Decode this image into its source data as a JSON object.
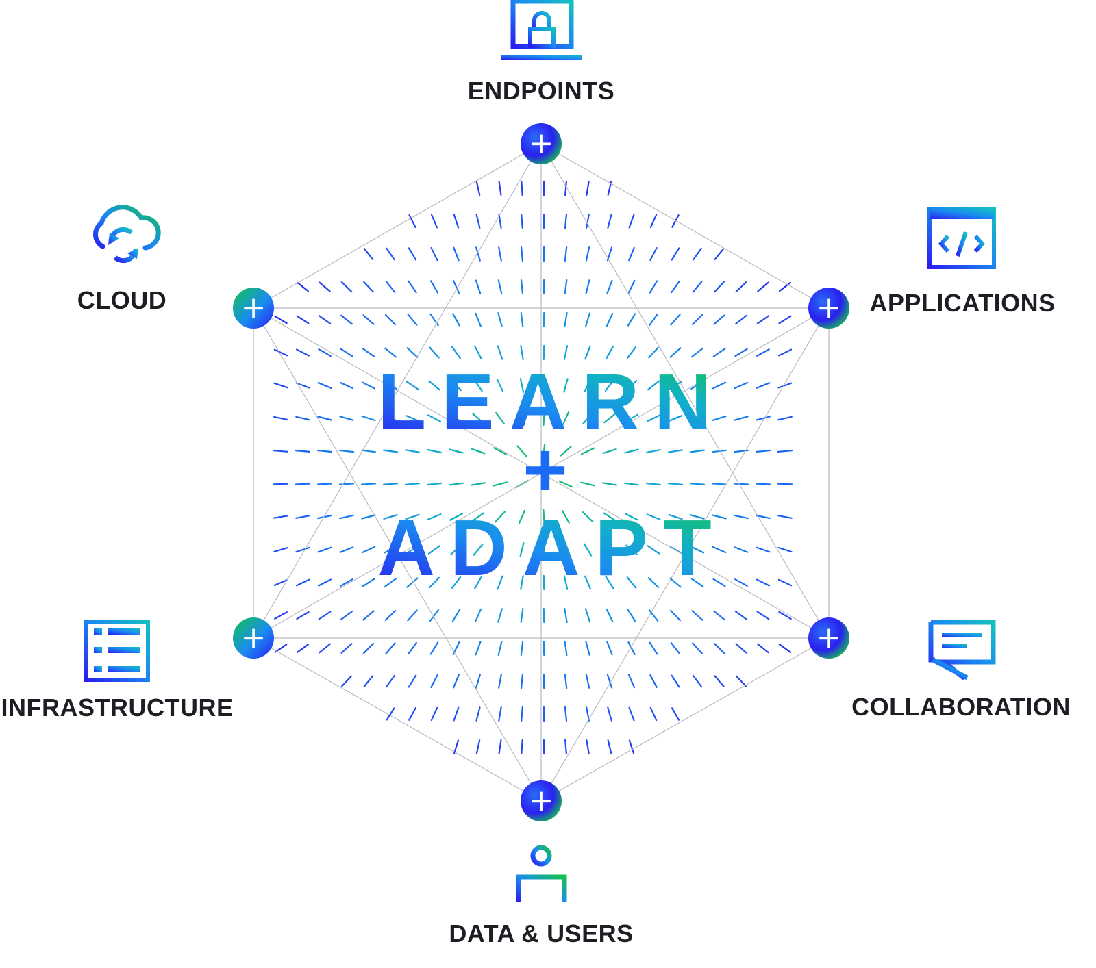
{
  "center": {
    "line1": "LEARN",
    "plus": "+",
    "line2": "ADAPT"
  },
  "nodes": [
    {
      "id": "endpoints",
      "label": "ENDPOINTS",
      "icon": "laptop-lock-icon"
    },
    {
      "id": "applications",
      "label": "APPLICATIONS",
      "icon": "code-window-icon"
    },
    {
      "id": "collaboration",
      "label": "COLLABORATION",
      "icon": "chat-bubble-icon"
    },
    {
      "id": "data-users",
      "label": "DATA & USERS",
      "icon": "user-icon"
    },
    {
      "id": "infrastructure",
      "label": "INFRASTRUCTURE",
      "icon": "server-rack-icon"
    },
    {
      "id": "cloud",
      "label": "CLOUD",
      "icon": "cloud-sync-icon"
    }
  ],
  "node_marker_glyph": "+",
  "colors": {
    "blue": "#2a1ff0",
    "mid_blue": "#1a6cf5",
    "cyan": "#12a8d8",
    "green": "#13c44a",
    "label": "#1d1d24",
    "grid_line": "#b9b9c2"
  }
}
